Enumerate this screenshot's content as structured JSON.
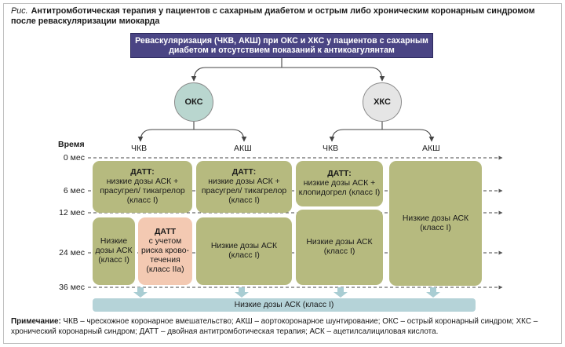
{
  "caption": {
    "lead": "Рис.",
    "text": "Антитромботическая терапия у пациентов с сахарным диабетом и острым либо хроническим коронарным синдромом после реваскуляризации миокарда"
  },
  "top_box": "Реваскуляризация (ЧКВ, АКШ) при ОКС и ХКС у пациентов с сахарным диабетом и отсутствием показаний к антикоагулянтам",
  "groups": {
    "left": {
      "label": "ОКС",
      "color": "#b9d6cf"
    },
    "right": {
      "label": "ХКС",
      "color": "#e5e5e5"
    }
  },
  "procedures": [
    "ЧКВ",
    "АКШ",
    "ЧКВ",
    "АКШ"
  ],
  "time_axis": {
    "title": "Время",
    "ticks": [
      "0 мес",
      "6 мес",
      "12 мес",
      "24 мес",
      "36 мес"
    ]
  },
  "therapy_boxes": {
    "oks_pci_1": {
      "head": "ДАТТ:",
      "text": "низкие дозы АСК + прасугрел/ тикагрелор (класс I)"
    },
    "oks_cabg_1": {
      "head": "ДАТТ:",
      "text": "низкие дозы АСК + прасугрел/ тикагрелор (класс I)"
    },
    "hks_pci_1": {
      "head": "ДАТТ:",
      "text": "низкие дозы АСК + клопидогрел (класс I)"
    },
    "hks_cabg": {
      "text": "Низкие дозы АСК (класс I)"
    },
    "oks_pci_2a": {
      "text": "Низкие дозы АСК (класс I)"
    },
    "oks_pci_2b": {
      "head": "ДАТТ",
      "text": "с учетом риска крово- течения (класс IIa)"
    },
    "oks_cabg_2": {
      "text": "Низкие дозы АСК (класс I)"
    },
    "hks_pci_2": {
      "text": "Низкие дозы АСК (класс I)"
    }
  },
  "bottom_bar": "Низкие дозы АСК (класс I)",
  "note": {
    "head": "Примечание:",
    "text": "ЧКВ – чрескожное коронарное вмешательство; АКШ – аортокоронарное шунтирование; ОКС – острый коронарный синдром; ХКС – хронический коронарный синдром; ДАТТ – двойная антитромботическая терапия; АСК – ацетилсалициловая кислота."
  },
  "colors": {
    "header": "#4a4584",
    "therapy": "#b6ba7f",
    "bleeding_risk": "#f3c9b2",
    "long_term": "#b5d3d8"
  }
}
